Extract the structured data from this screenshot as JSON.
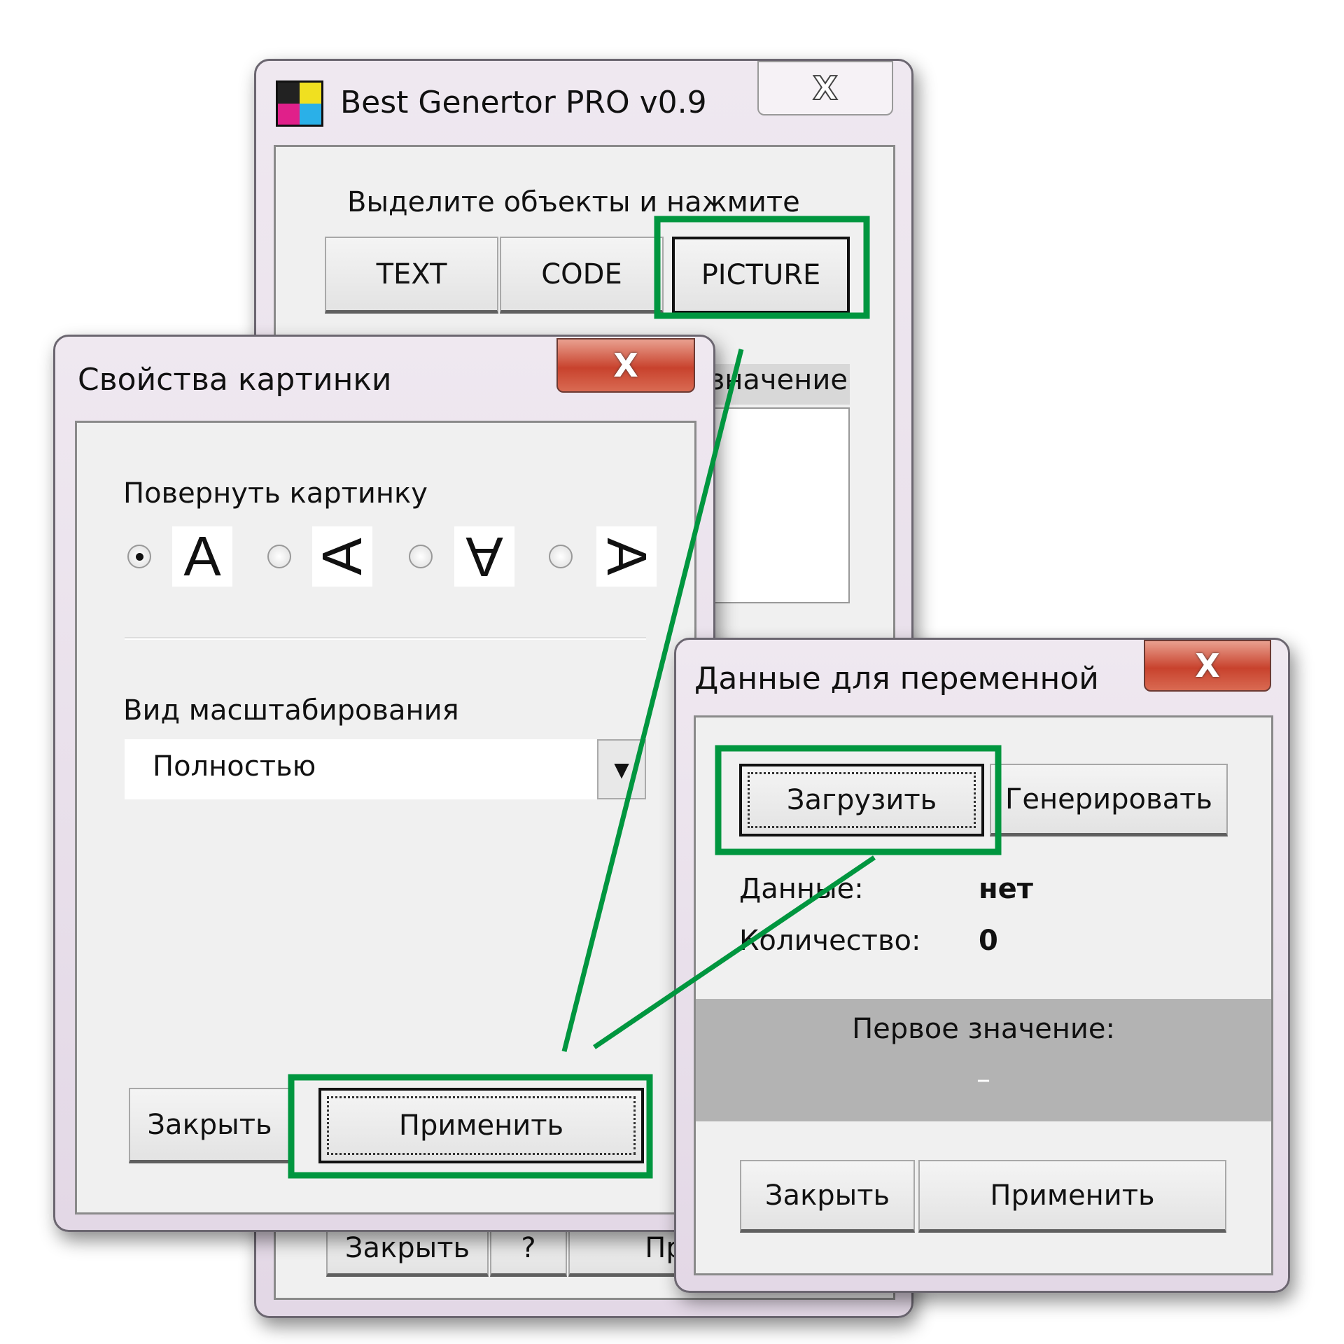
{
  "main_window": {
    "title": "Best Genertor PRO v0.9",
    "close_label": "X",
    "prompt": "Выделите объекты и нажмите",
    "buttons": [
      "TEXT",
      "CODE",
      "PICTURE"
    ],
    "column_header": "значение",
    "bottom_buttons": [
      "Закрыть",
      "?",
      "При"
    ]
  },
  "picture_dialog": {
    "title": "Свойства картинки",
    "close_label": "X",
    "rotate_label": "Повернуть картинку",
    "rotate_options": [
      "A",
      "A",
      "A",
      "A"
    ],
    "selected_rotation": 0,
    "scale_label": "Вид масштабирования",
    "scale_value": "Полностью",
    "close_button": "Закрыть",
    "apply_button": "Применить"
  },
  "variable_dialog": {
    "title": "Данные для переменной",
    "close_label": "X",
    "load_button": "Загрузить",
    "generate_button": "Генерировать",
    "data_label": "Данные:",
    "data_value": "нет",
    "count_label": "Количество:",
    "count_value": "0",
    "first_value_label": "Первое значение:",
    "first_value": "–",
    "close_button": "Закрыть",
    "apply_button": "Применить"
  },
  "annotation_color": "#00963f"
}
